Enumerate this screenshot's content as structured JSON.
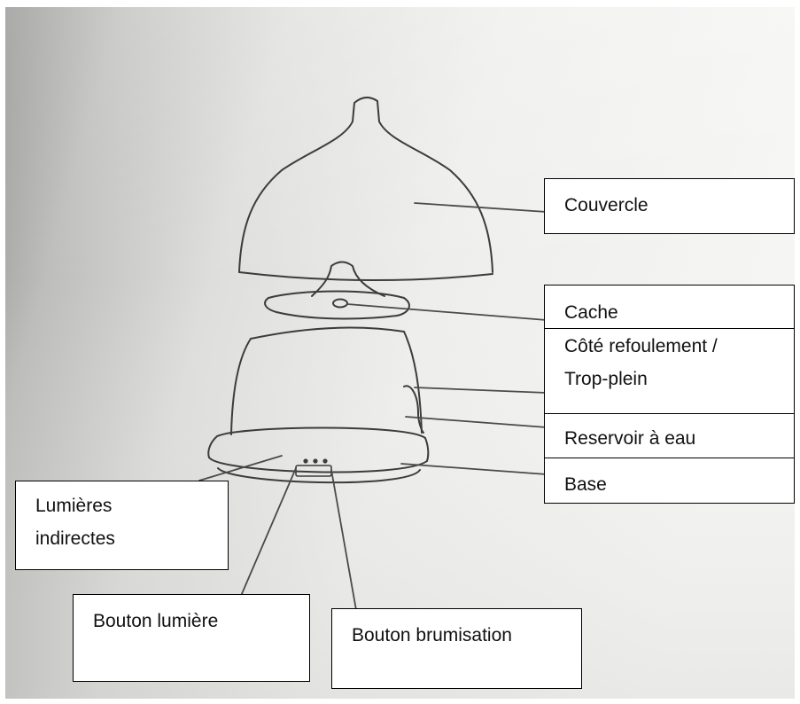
{
  "labels": {
    "couvercle": "Couvercle",
    "cache": "Cache",
    "cote_line1": "Côté refoulement /",
    "cote_line2": "Trop-plein",
    "reservoir": "Reservoir à eau",
    "base": "Base",
    "lumieres_line1": "Lumières",
    "lumieres_line2": "indirectes",
    "bouton_lumiere": "Bouton lumière",
    "bouton_brumisation": "Bouton brumisation"
  },
  "colors": {
    "paper_light": "#f4f4f2",
    "paper_shadow": "#8f8f8d",
    "ink": "#3a3a3a",
    "box_border": "#000000"
  }
}
